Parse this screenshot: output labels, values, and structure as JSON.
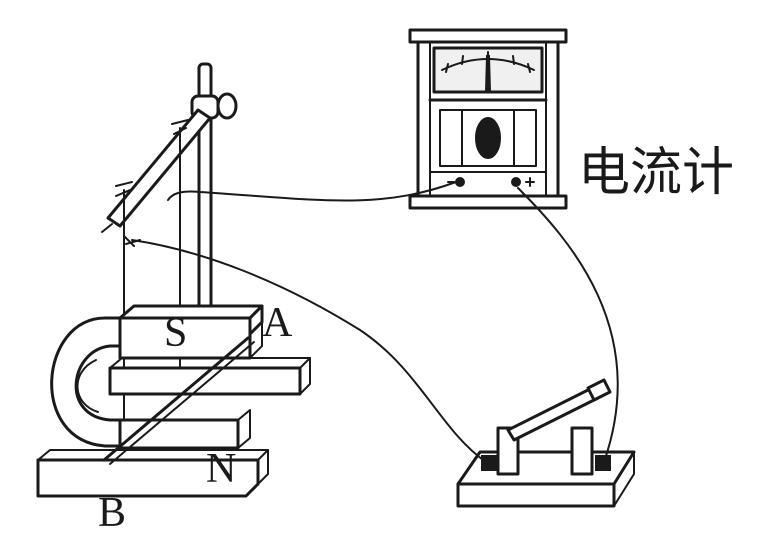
{
  "labels": {
    "galvanometer": "电流计",
    "magnet_south": "S",
    "magnet_north": "N",
    "rod_end_a": "A",
    "rod_end_b": "B"
  }
}
